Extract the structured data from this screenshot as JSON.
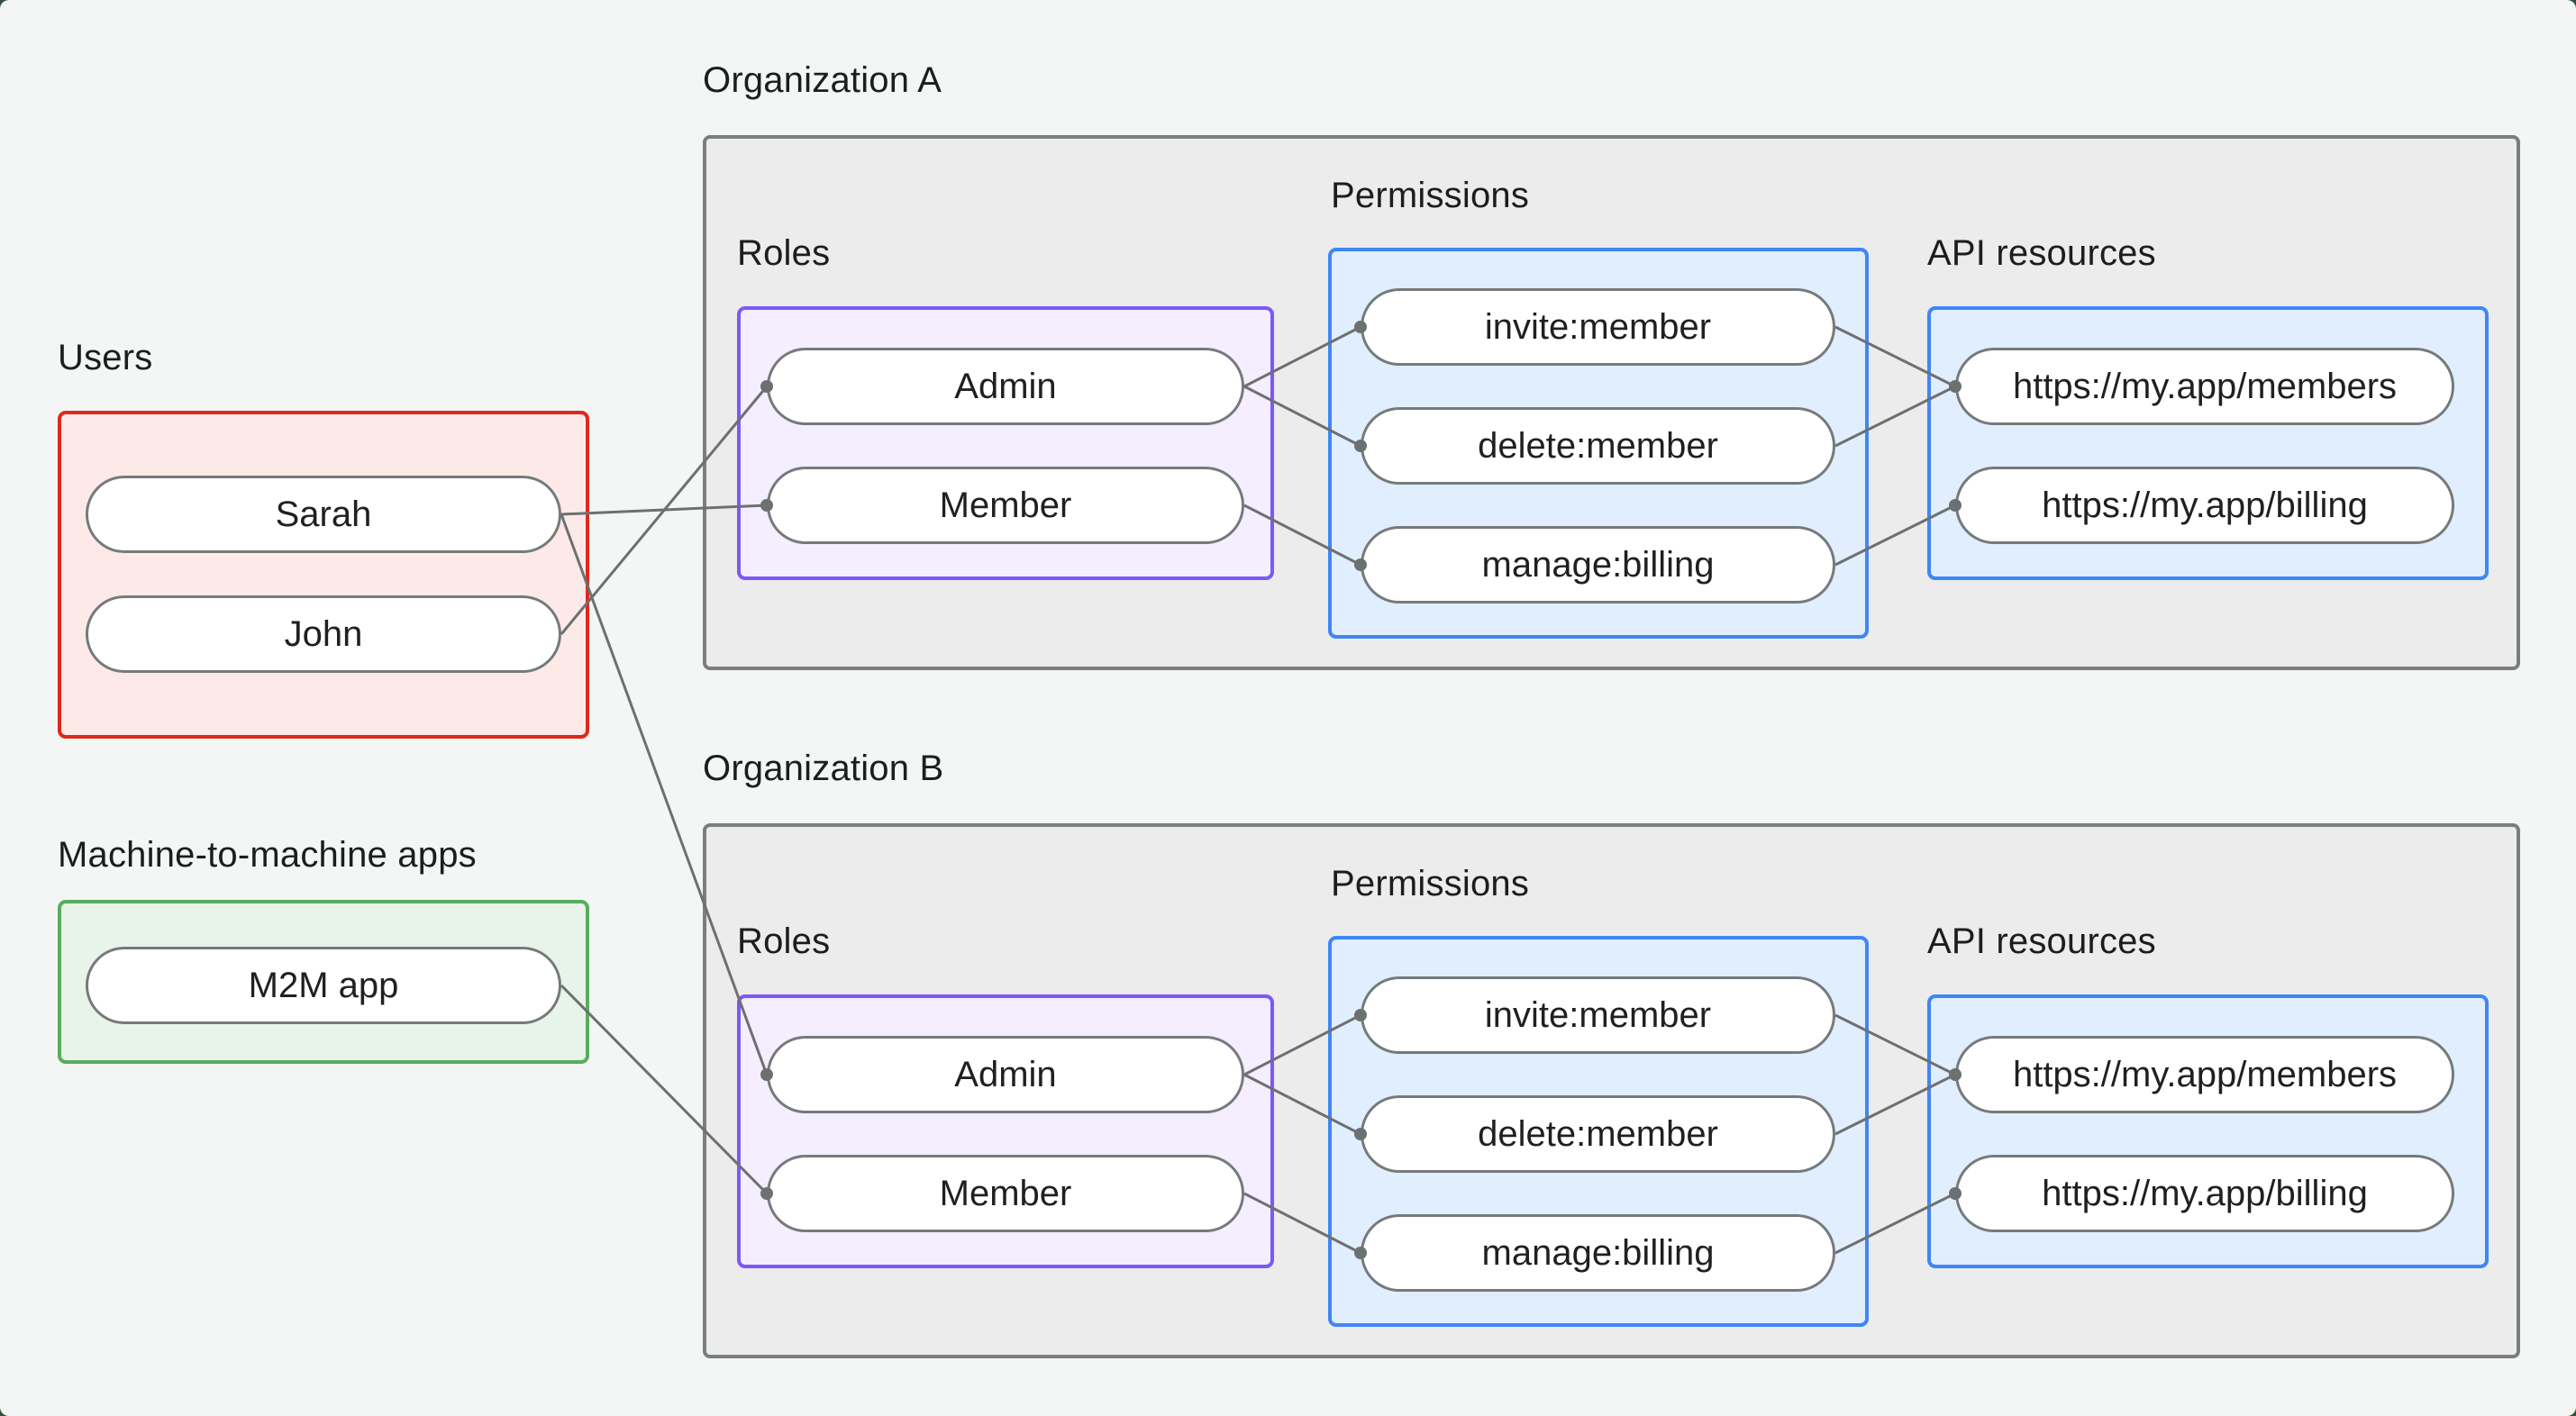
{
  "colors": {
    "window_bg": "#31523d",
    "page_bg": "#f4f6f5",
    "org_fill": "#ececec",
    "org_border": "#7a7e7f",
    "users_fill": "#fdeae8",
    "users_border": "#e0281c",
    "m2m_fill": "#e8f4e9",
    "m2m_border": "#58ad60",
    "roles_fill": "#f4eefe",
    "roles_border": "#7c59f7",
    "permissions_fill": "#e1eefd",
    "permissions_border": "#3f86f7",
    "pill_fill": "#ffffff",
    "pill_border": "#767a7b",
    "edge_line": "#6d7071",
    "text": "#1b1d1f"
  },
  "groups": {
    "users": {
      "label": "Users",
      "items": [
        "Sarah",
        "John"
      ]
    },
    "m2m": {
      "label": "Machine-to-machine apps",
      "items": [
        "M2M app"
      ]
    }
  },
  "organizations": [
    {
      "label": "Organization A",
      "roles": {
        "label": "Roles",
        "items": [
          "Admin",
          "Member"
        ]
      },
      "permissions": {
        "label": "Permissions",
        "items": [
          "invite:member",
          "delete:member",
          "manage:billing"
        ]
      },
      "api_resources": {
        "label": "API resources",
        "items": [
          "https://my.app/members",
          "https://my.app/billing"
        ]
      }
    },
    {
      "label": "Organization B",
      "roles": {
        "label": "Roles",
        "items": [
          "Admin",
          "Member"
        ]
      },
      "permissions": {
        "label": "Permissions",
        "items": [
          "invite:member",
          "delete:member",
          "manage:billing"
        ]
      },
      "api_resources": {
        "label": "API resources",
        "items": [
          "https://my.app/members",
          "https://my.app/billing"
        ]
      }
    }
  ],
  "edges": [
    {
      "from": "Sarah",
      "to": "Organization A / Member"
    },
    {
      "from": "John",
      "to": "Organization A / Admin"
    },
    {
      "from": "Sarah",
      "to": "Organization B / Admin"
    },
    {
      "from": "M2M app",
      "to": "Organization B / Member"
    },
    {
      "from": "Organization A / Admin",
      "to": "Organization A / invite:member"
    },
    {
      "from": "Organization A / Admin",
      "to": "Organization A / delete:member"
    },
    {
      "from": "Organization A / Member",
      "to": "Organization A / manage:billing"
    },
    {
      "from": "Organization A / invite:member",
      "to": "Organization A / https://my.app/members"
    },
    {
      "from": "Organization A / delete:member",
      "to": "Organization A / https://my.app/members"
    },
    {
      "from": "Organization A / manage:billing",
      "to": "Organization A / https://my.app/billing"
    },
    {
      "from": "Organization B / Admin",
      "to": "Organization B / invite:member"
    },
    {
      "from": "Organization B / Admin",
      "to": "Organization B / delete:member"
    },
    {
      "from": "Organization B / Member",
      "to": "Organization B / manage:billing"
    },
    {
      "from": "Organization B / invite:member",
      "to": "Organization B / https://my.app/members"
    },
    {
      "from": "Organization B / delete:member",
      "to": "Organization B / https://my.app/members"
    },
    {
      "from": "Organization B / manage:billing",
      "to": "Organization B / https://my.app/billing"
    }
  ]
}
